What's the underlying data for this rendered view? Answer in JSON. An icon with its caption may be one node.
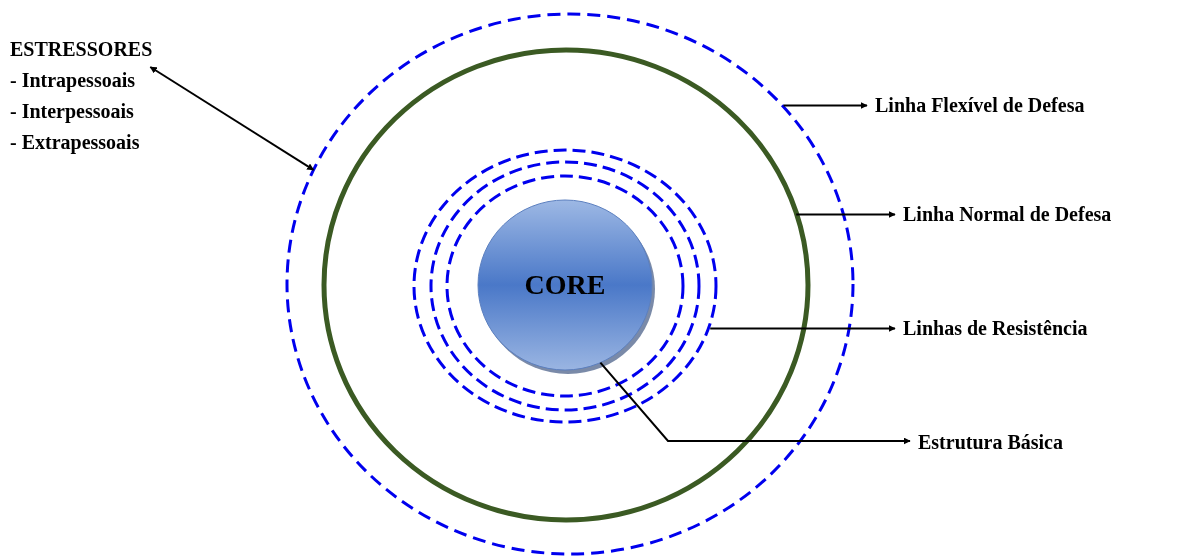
{
  "diagram": {
    "nodes": [
      {
        "text": [
          "ESTRESSORES",
          "- Intrapessoais",
          "- Interpessoais",
          "- Extrapessoais"
        ]
      },
      {
        "text": [],
        "shape": "circle"
      },
      {
        "text": [],
        "shape": "circle",
        "in": 1
      },
      {
        "text": [],
        "shape": "circle",
        "in": 2
      },
      {
        "text": [],
        "shape": "circle",
        "in": 3
      },
      {
        "text": [],
        "shape": "circle",
        "in": 4
      },
      {
        "text": [
          "CORE"
        ],
        "in": 5
      },
      {
        "text": [
          "Linha Flexível de Defesa"
        ]
      },
      {
        "text": [
          "Linha Normal de Defesa"
        ]
      },
      {
        "text": [
          "Linhas de Resistência"
        ]
      },
      {
        "text": [
          "Estrutura Básica"
        ]
      }
    ],
    "edges": [
      {
        "from": 0,
        "to": 1,
        "arrow": "both"
      },
      {
        "from": 1,
        "to": 7,
        "arrow": "to"
      },
      {
        "from": 2,
        "to": 8,
        "arrow": "to"
      },
      {
        "from": 3,
        "to": 9,
        "arrow": "to"
      },
      {
        "from": 6,
        "to": 10,
        "arrow": "to"
      }
    ]
  }
}
